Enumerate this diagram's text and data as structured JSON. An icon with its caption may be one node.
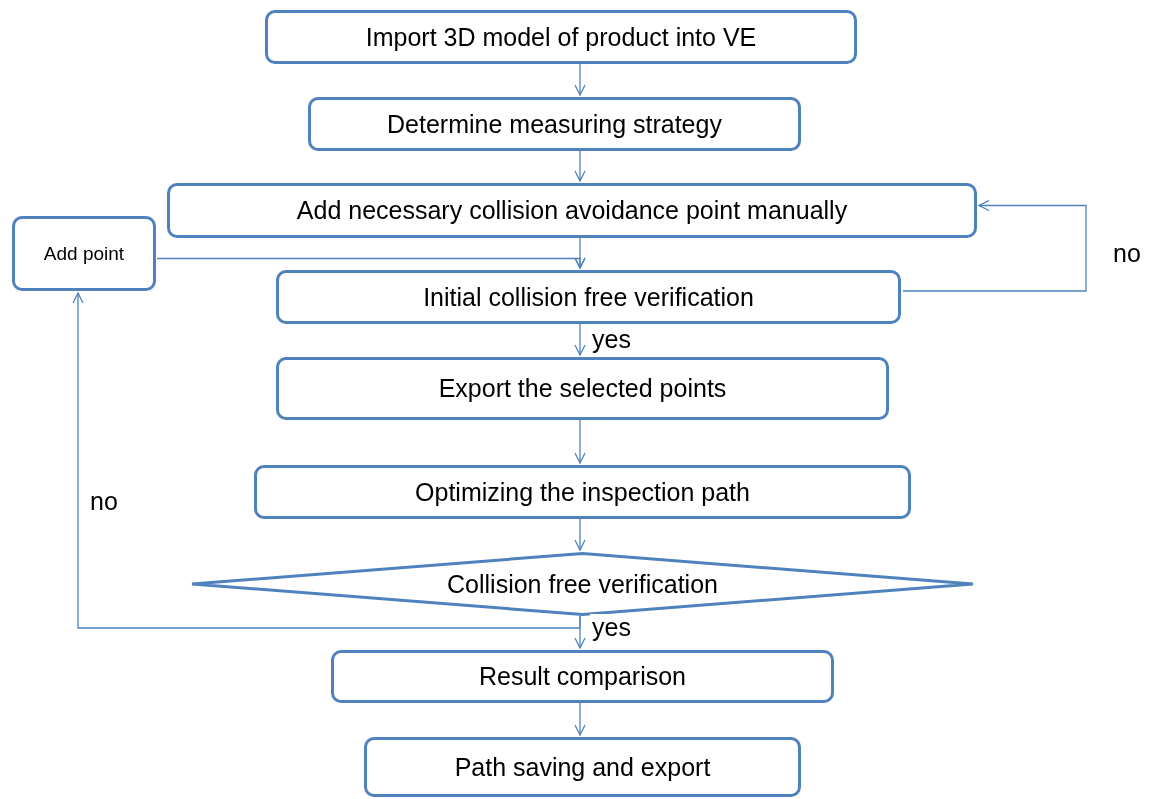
{
  "diagram": {
    "nodes": [
      {
        "text": [
          "Import 3D model of product into VE"
        ]
      },
      {
        "text": [
          "Determine measuring strategy"
        ]
      },
      {
        "text": [
          "Add necessary collision avoidance point manually"
        ]
      },
      {
        "text": [
          "Add point"
        ]
      },
      {
        "text": [
          "Initial collision free verification"
        ]
      },
      {
        "text": [
          "Export the selected points"
        ]
      },
      {
        "text": [
          "Optimizing the inspection path"
        ]
      },
      {
        "text": [
          "Collision free verification"
        ]
      },
      {
        "text": [
          "Result comparison"
        ]
      },
      {
        "text": [
          "Path saving and export"
        ]
      }
    ],
    "edges": [
      {
        "from": 0,
        "to": 1,
        "arrow": "to"
      },
      {
        "from": 1,
        "to": 2,
        "arrow": "to"
      },
      {
        "from": 2,
        "to": 4,
        "arrow": "to"
      },
      {
        "from": 3,
        "to": 4,
        "arrow": "to"
      },
      {
        "from": 4,
        "to": 2,
        "arrow": "to",
        "label": "no"
      },
      {
        "from": 4,
        "to": 5,
        "arrow": "to",
        "label": "yes"
      },
      {
        "from": 5,
        "to": 6,
        "arrow": "to"
      },
      {
        "from": 6,
        "to": 7,
        "arrow": "to"
      },
      {
        "from": 7,
        "to": 3,
        "arrow": "to",
        "label": "no"
      },
      {
        "from": 7,
        "to": 8,
        "arrow": "to",
        "label": "yes"
      },
      {
        "from": 8,
        "to": 9,
        "arrow": "to"
      }
    ]
  }
}
